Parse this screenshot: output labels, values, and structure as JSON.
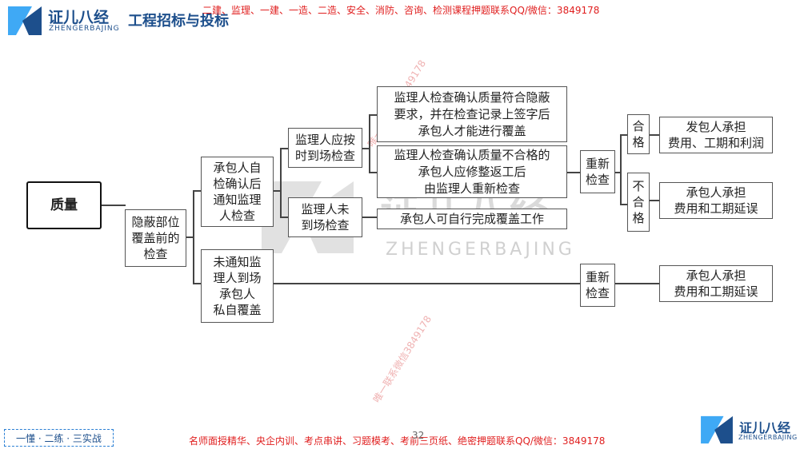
{
  "header": {
    "brand_cn": "证儿八经",
    "brand_en": "ZHENGERBAJING",
    "title": "工程招标与投标",
    "promo_top": "二建、监理、一建、一造、二造、安全、消防、咨询、检测课程押题联系QQ/微信：3849178"
  },
  "diagram": {
    "root": "质量",
    "level1": "隐蔽部位\n覆盖前的\n检查",
    "branch_notified": "承包人自\n检确认后\n通知监理\n人检查",
    "branch_not_notified": "未通知监\n理人到场\n承包人\n私自覆盖",
    "on_time": "监理人应按\n时到场检查",
    "not_on_time": "监理人未\n到场检查",
    "result_pass": "监理人检查确认质量符合隐蔽\n要求，并在检查记录上签字后\n承包人才能进行覆盖",
    "result_fail": "监理人检查确认质量不合格的\n承包人应修整返工后\n由监理人重新检查",
    "result_self": "承包人可自行完成覆盖工作",
    "recheck_1": "重新\n检查",
    "recheck_2": "重新\n检查",
    "qualified": "合\n格",
    "unqualified": "不\n合\n格",
    "outcome_employer": "发包人承担\n费用、工期和利润",
    "outcome_contractor_1": "承包人承担\n费用和工期延误",
    "outcome_contractor_2": "承包人承担\n费用和工期延误"
  },
  "watermark": {
    "center_cn": "证儿八经",
    "center_en": "ZHENGERBAJING",
    "diag_1": "唯一联系微信3849178",
    "diag_2": "唯一联系微信3849178"
  },
  "footer": {
    "slogan": "一懂 · 二练 · 三实战",
    "promo_bottom": "名师面授精华、央企内训、考点串讲、习题模考、考前三页纸、绝密押题联系QQ/微信：3849178",
    "page_number": "32",
    "brand_cn": "证儿八经",
    "brand_en": "ZHENGERBAJING"
  },
  "colors": {
    "brand_blue": "#1d4f8c",
    "logo_cyan": "#3fa9f5",
    "promo_red": "#e02020"
  }
}
